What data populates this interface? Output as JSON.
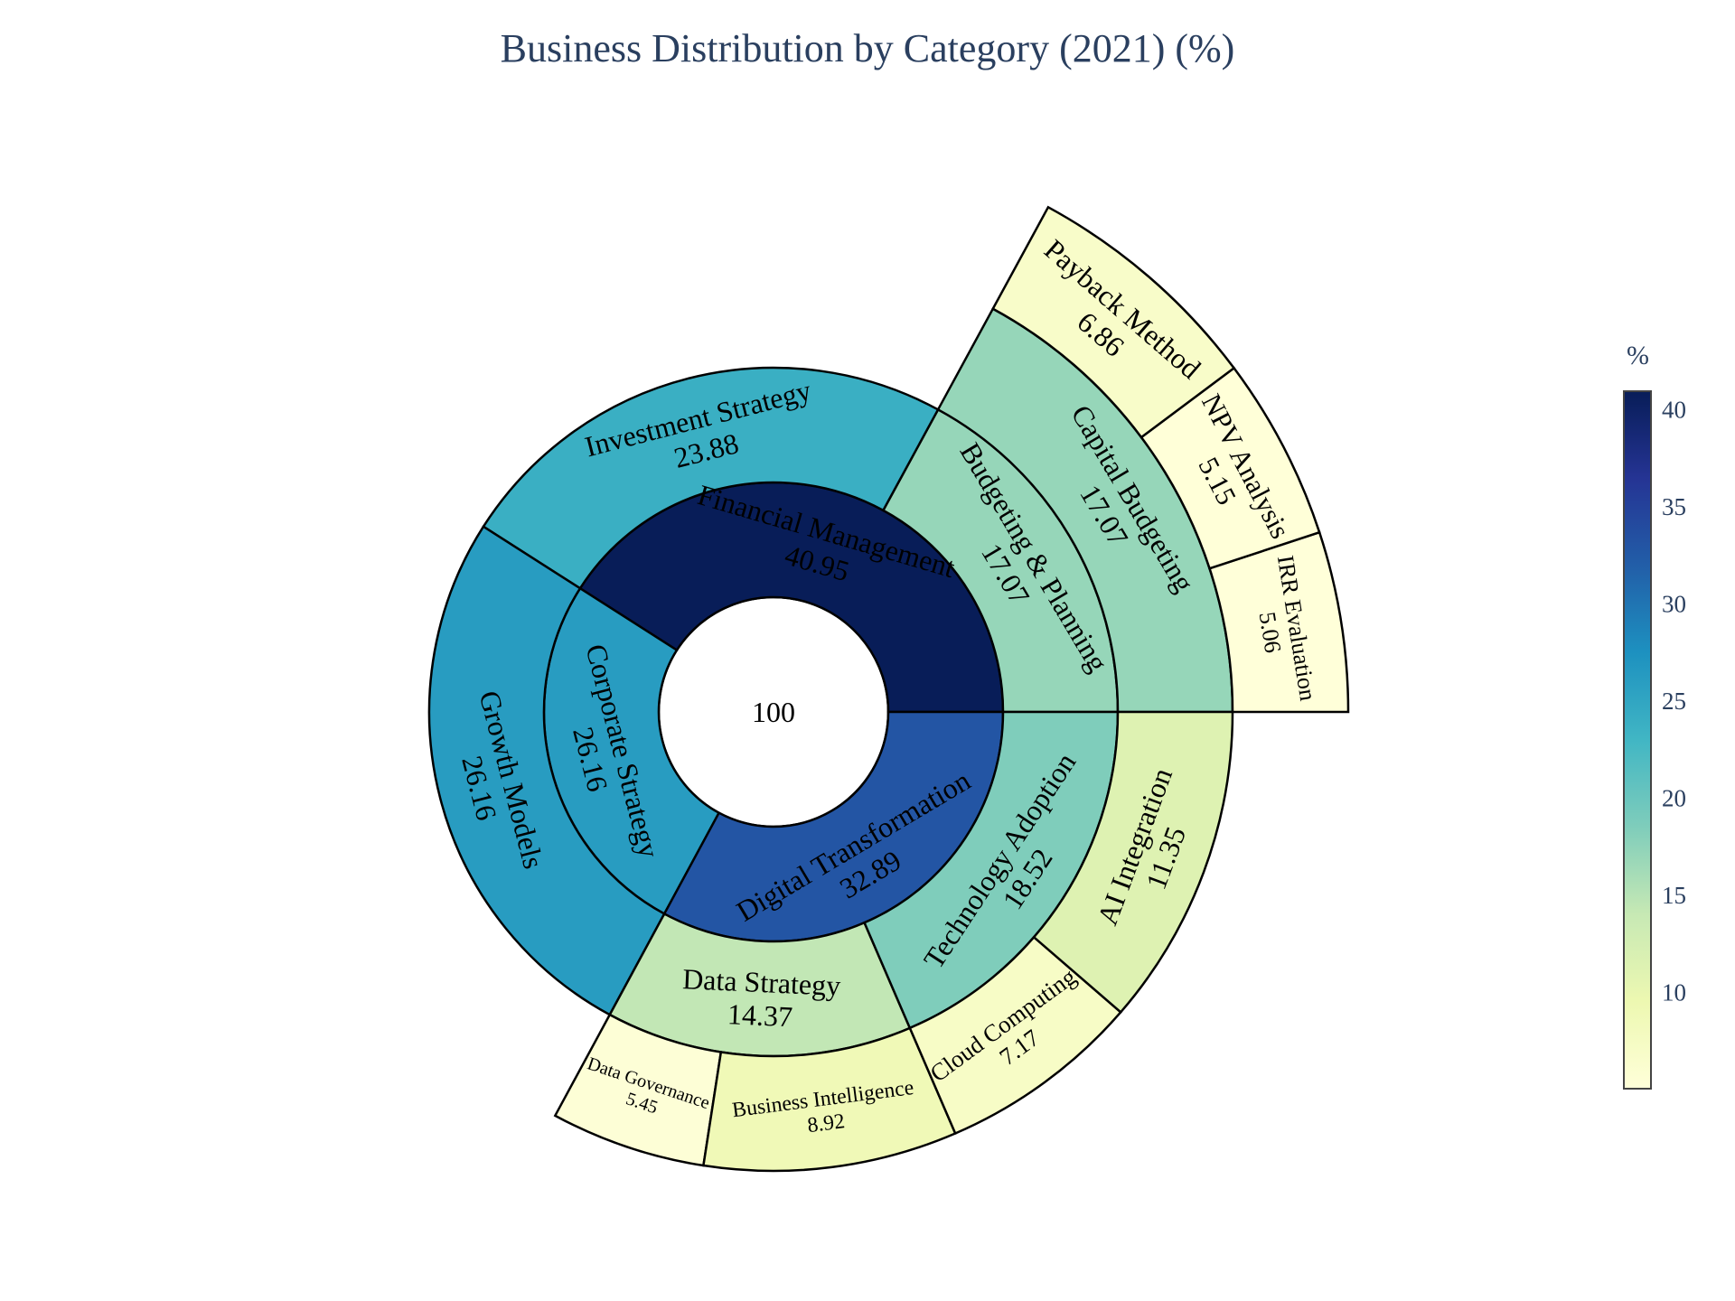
{
  "title": "Business Distribution by Category (2021) (%)",
  "chart_data": {
    "type": "sunburst",
    "title": "Business Distribution by Category (2021) (%)",
    "root": {
      "label": "",
      "value": 100
    },
    "categories": [
      {
        "label": "Financial Management",
        "value": 40.95,
        "children": [
          {
            "label": "Budgeting & Planning",
            "value": 17.07,
            "children": [
              {
                "label": "Capital Budgeting",
                "value": 17.07,
                "children": [
                  {
                    "label": "IRR Evaluation",
                    "value": 5.06
                  },
                  {
                    "label": "NPV Analysis",
                    "value": 5.15
                  },
                  {
                    "label": "Payback Method",
                    "value": 6.86
                  }
                ]
              }
            ]
          },
          {
            "label": "Investment Strategy",
            "value": 23.88
          }
        ]
      },
      {
        "label": "Corporate Strategy",
        "value": 26.16,
        "children": [
          {
            "label": "Growth Models",
            "value": 26.16
          }
        ]
      },
      {
        "label": "Digital Transformation",
        "value": 32.89,
        "children": [
          {
            "label": "Data Strategy",
            "value": 14.37,
            "children": [
              {
                "label": "Data Governance",
                "value": 5.45
              },
              {
                "label": "Business Intelligence",
                "value": 8.92
              }
            ]
          },
          {
            "label": "Technology Adoption",
            "value": 18.52,
            "children": [
              {
                "label": "Cloud Computing",
                "value": 7.17
              },
              {
                "label": "AI Integration",
                "value": 11.35
              }
            ]
          }
        ]
      }
    ],
    "colorscale": "YlGnBu",
    "colorscale_stops": [
      "#ffffd9",
      "#edf8b1",
      "#c7e9b4",
      "#7fcdbb",
      "#41b6c4",
      "#1d91c0",
      "#225ea8",
      "#253494",
      "#081d58"
    ],
    "color_range": [
      5.06,
      40.95
    ],
    "colorbar": {
      "title": "%",
      "ticks": [
        10,
        15,
        20,
        25,
        30,
        35,
        40
      ]
    }
  }
}
